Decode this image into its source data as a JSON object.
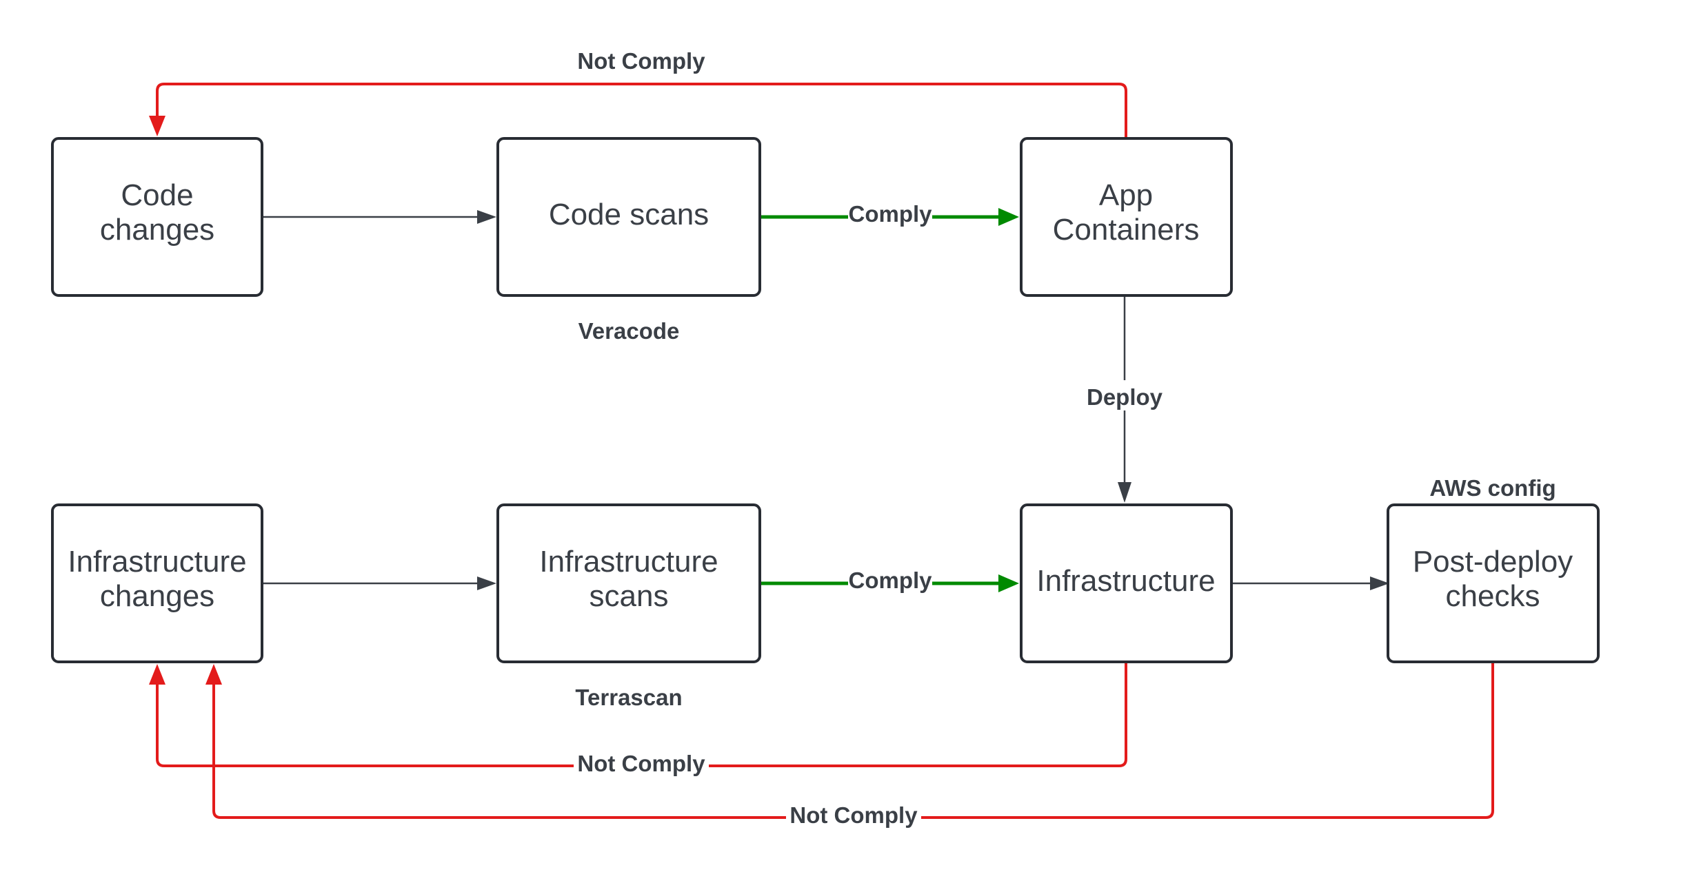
{
  "colors": {
    "border": "#282c33",
    "text": "#3a3f46",
    "comply": "#008a00",
    "not_comply": "#e31b1b"
  },
  "nodes": {
    "code_changes": [
      "Code",
      "changes"
    ],
    "code_scans": [
      "Code scans"
    ],
    "app_containers": [
      "App",
      "Containers"
    ],
    "infra_changes": [
      "Infrastructure",
      "changes"
    ],
    "infra_scans": [
      "Infrastructure",
      "scans"
    ],
    "infrastructure": [
      "Infrastructure"
    ],
    "post_deploy": [
      "Post-deploy",
      "checks"
    ]
  },
  "notes": {
    "veracode": "Veracode",
    "terrascan": "Terrascan",
    "aws_config": "AWS config"
  },
  "edges": {
    "not_comply_top": "Not Comply",
    "comply_top": "Comply",
    "deploy": "Deploy",
    "comply_bottom": "Comply",
    "not_comply_infra": "Not Comply",
    "not_comply_post": "Not Comply"
  }
}
